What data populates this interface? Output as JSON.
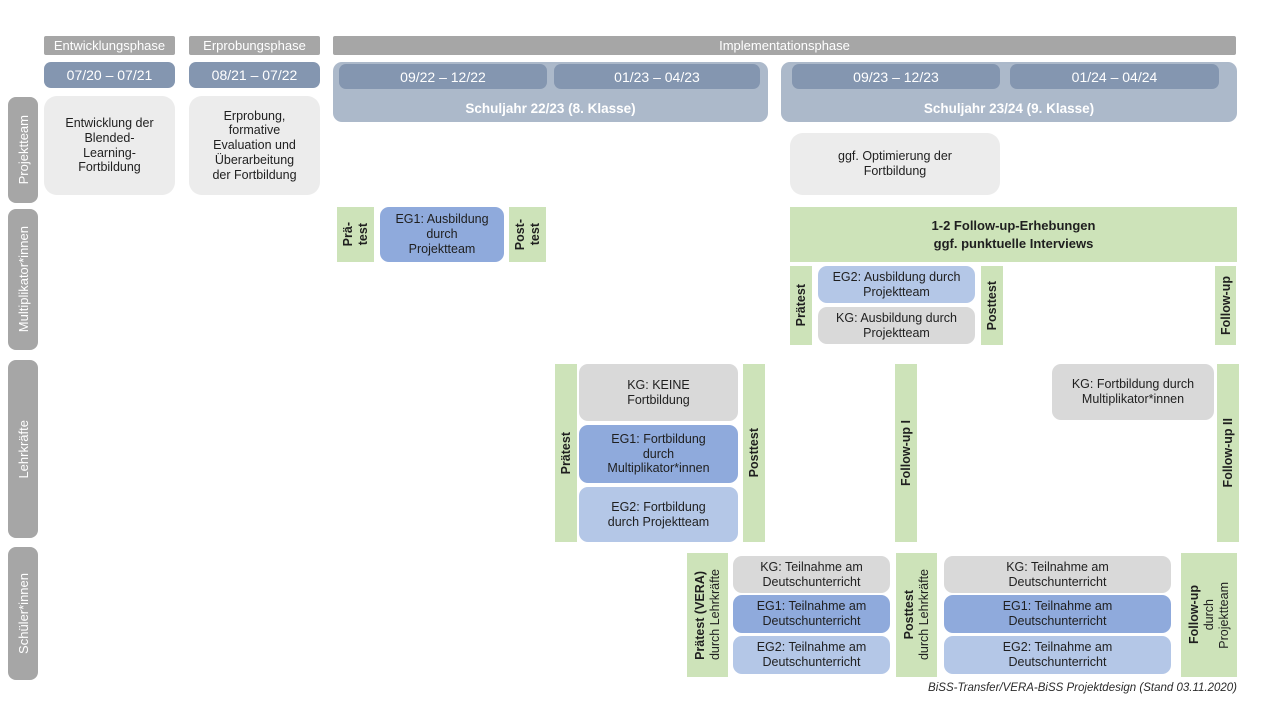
{
  "caption": "BiSS-Transfer/VERA-BiSS Projektdesign (Stand 03.11.2020)",
  "colors": {
    "phase_gray": "#a6a6a6",
    "date_slate_blue": "#8496b0",
    "school_year_band": "#acb9ca",
    "project_box_gray": "#ececec",
    "kg_gray": "#d9d9d9",
    "eg1_blue": "#8faadc",
    "eg2_light_blue": "#b4c7e7",
    "test_green": "#cde3b9"
  },
  "phases": {
    "entwicklung": "Entwicklungsphase",
    "erprobung": "Erprobungsphase",
    "implementation": "Implementationsphase"
  },
  "timeline": {
    "d1": "07/20 – 07/21",
    "d2": "08/21 – 07/22",
    "d3": "09/22 – 12/22",
    "d4": "01/23 – 04/23",
    "d5": "09/23 – 12/23",
    "d6": "01/24 – 04/24",
    "sy1": "Schuljahr 22/23 (8. Klasse)",
    "sy2": "Schuljahr 23/24 (9. Klasse)"
  },
  "row_labels": {
    "projektteam": "Projektteam",
    "multiplikatoren": "Multiplikator*innen",
    "lehrkraefte": "Lehrkräfte",
    "schueler": "Schüler*innen"
  },
  "projektteam": {
    "entwicklung_box": "Entwicklung der\nBlended-\nLearning-\nFortbildung",
    "erprobung_box": "Erprobung,\nformative\nEvaluation und\nÜberarbeitung\nder Fortbildung",
    "optimierung_box": "ggf. Optimierung der\nFortbildung"
  },
  "multiplikatoren": {
    "praetest_col1": "Prä-",
    "praetest_col2": "test",
    "eg1": "EG1: Ausbildung\ndurch\nProjektteam",
    "posttest_col1": "Post-",
    "posttest_col2": "test",
    "followup_banner": "1-2 Follow-up-Erhebungen\nggf. punktuelle Interviews",
    "praetest": "Prätest",
    "eg2": "EG2: Ausbildung durch\nProjektteam",
    "kg": "KG: Ausbildung durch\nProjektteam",
    "posttest": "Posttest",
    "followup": "Follow-up"
  },
  "lehrkraefte": {
    "praetest": "Prätest",
    "kg": "KG: KEINE\nFortbildung",
    "eg1": "EG1: Fortbildung\ndurch\nMultiplikator*innen",
    "eg2": "EG2: Fortbildung\ndurch Projektteam",
    "posttest": "Posttest",
    "followup1": "Follow-up I",
    "kg2": "KG: Fortbildung durch\nMultiplikator*innen",
    "followup2": "Follow-up II"
  },
  "schueler": {
    "praetest_bold": "Prätest (VERA)",
    "praetest_sub": "durch Lehrkräfte",
    "kg_a": "KG: Teilnahme am\nDeutschunterricht",
    "eg1_a": "EG1: Teilnahme am\nDeutschunterricht",
    "eg2_a": "EG2: Teilnahme am\nDeutschunterricht",
    "posttest_bold": "Posttest",
    "posttest_sub": "durch Lehrkräfte",
    "kg_b": "KG: Teilnahme am\nDeutschunterricht",
    "eg1_b": "EG1: Teilnahme am\nDeutschunterricht",
    "eg2_b": "EG2: Teilnahme am\nDeutschunterricht",
    "followup_bold": "Follow-up",
    "followup_sub1": "durch",
    "followup_sub2": "Projektteam"
  }
}
